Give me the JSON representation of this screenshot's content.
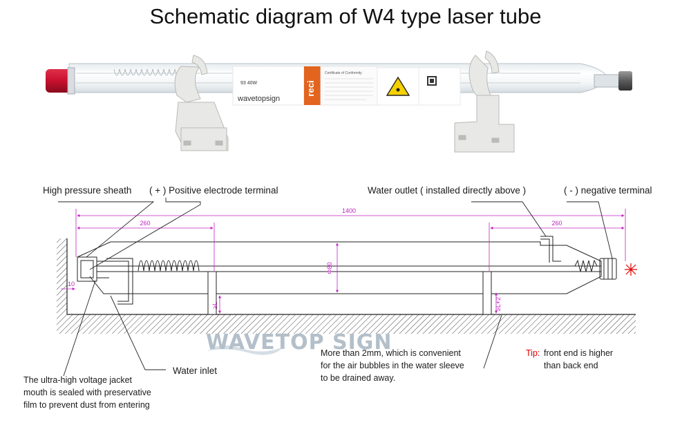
{
  "title": "Schematic diagram of W4 type laser tube",
  "photo": {
    "label_brand": "wavetopsign",
    "label_logo": "reci",
    "label_model": "93 40W",
    "label_cert": "Certificate of Conformity"
  },
  "labels": {
    "high_pressure_sheath": "High pressure sheath",
    "positive_terminal": "( + ) Positive electrode terminal",
    "water_outlet": "Water outlet ( installed directly above )",
    "negative_terminal": "( - ) negative terminal",
    "water_inlet": "Water inlet",
    "jacket_note": [
      "The ultra-high voltage jacket",
      "mouth is sealed with preservative",
      "film to prevent dust from entering"
    ],
    "bubble_note": [
      "More than 2mm, which is convenient",
      "for the air bubbles in the water sleeve",
      "to be drained away."
    ],
    "tip_label": "Tip:",
    "tip_note": [
      "front end is higher",
      "than back end"
    ],
    "watermark": "WAVETOP SIGN"
  },
  "dimensions": {
    "total_length": "1400",
    "left_support": "260",
    "right_support": "260",
    "diameter": "Φ80",
    "left_offset": "10",
    "left_height": "≥L",
    "right_height": "≥L+2"
  },
  "colors": {
    "dimension": "#c020c0",
    "tip": "#e00000",
    "cap": "#c8102e",
    "logo_orange": "#e2641e"
  }
}
